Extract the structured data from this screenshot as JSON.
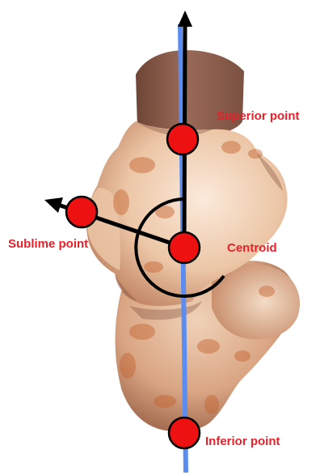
{
  "labels": {
    "superior": "Superior point",
    "sublime": "Sublime point",
    "centroid": "Centroid",
    "inferior": "Inferior point"
  },
  "colors": {
    "label": "#e8202a",
    "marker_fill": "#ee1111",
    "marker_stroke": "#000000",
    "long_axis": "#5b8df0",
    "arrow": "#000000",
    "bone_light": "#f4dcc4",
    "bone_mid": "#d9a47e",
    "bone_dark": "#7a5040",
    "bone_stain": "#c4622e"
  },
  "icons": {
    "markers": "red-circle",
    "arrows": "black-arrow"
  }
}
